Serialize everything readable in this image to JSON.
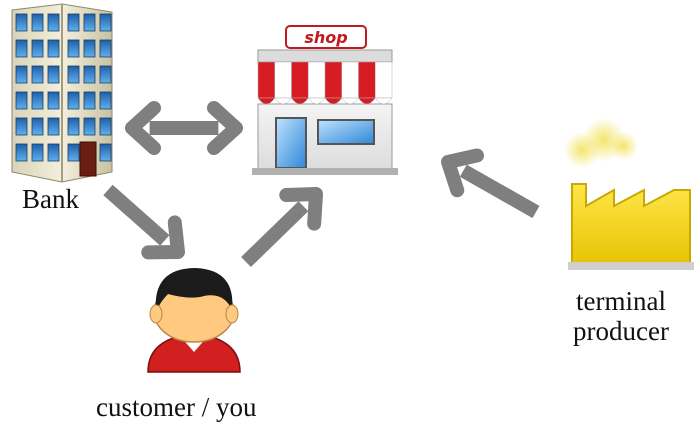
{
  "shop": {
    "sign_text": "shop"
  },
  "labels": {
    "bank": "Bank",
    "customer": "customer / you",
    "producer_line1": "terminal",
    "producer_line2": "producer"
  },
  "colors": {
    "arrow": "#7f7f7f",
    "awning_red": "#d81c24",
    "factory_yellow": "#f3d000",
    "shirt_red": "#d21f1f",
    "skin": "#ffc97f",
    "glass_blue": "#3a8fd9"
  },
  "icons": [
    "bank-building-icon",
    "shop-icon",
    "customer-icon",
    "factory-icon"
  ]
}
